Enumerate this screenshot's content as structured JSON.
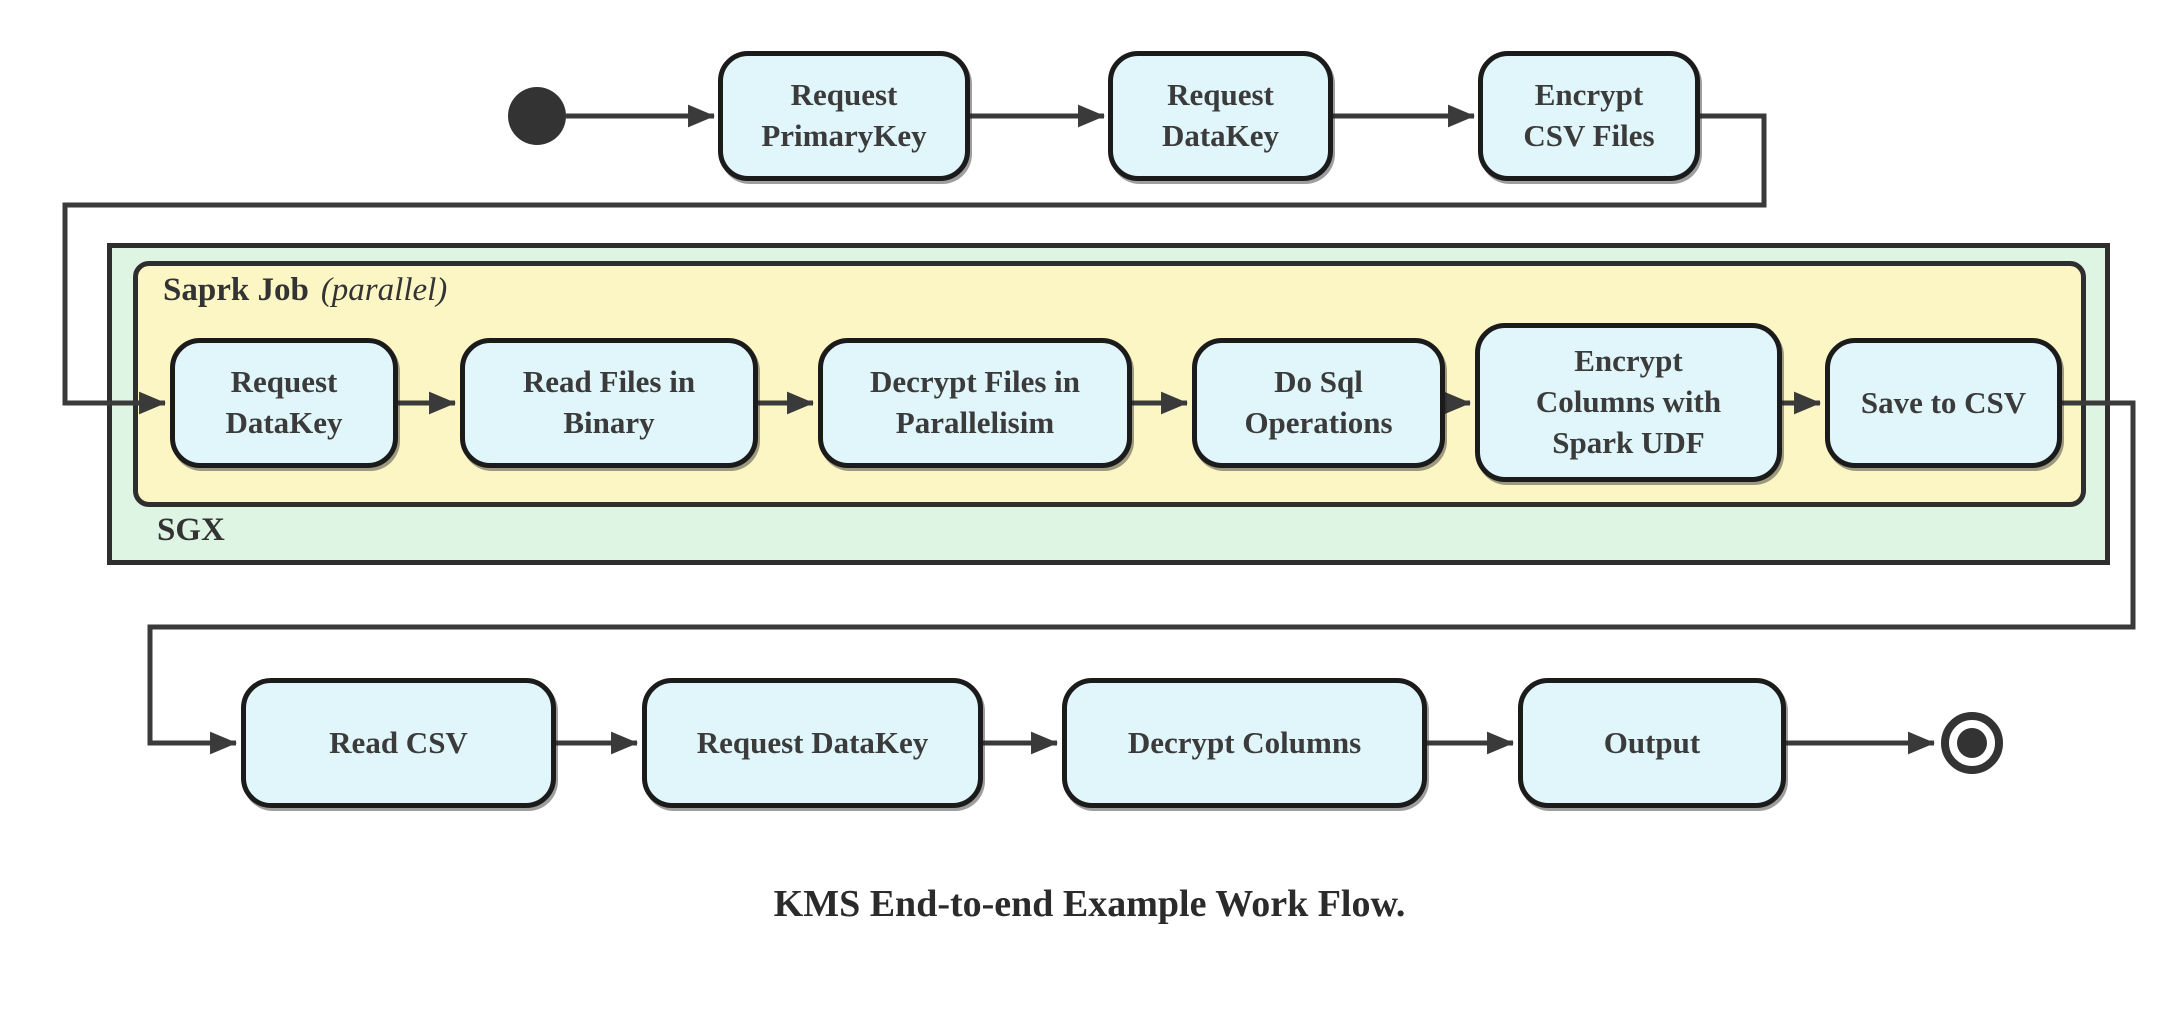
{
  "title": "KMS End-to-end Example Work Flow.",
  "groups": {
    "spark": {
      "name": "Saprk Job",
      "qualifier": "(parallel)"
    },
    "sgx": {
      "name": "SGX"
    }
  },
  "nodes": {
    "request_primarykey": "Request\nPrimaryKey",
    "request_datakey_top": "Request\nDataKey",
    "encrypt_csv_files": "Encrypt\nCSV Files",
    "request_datakey_spark": "Request\nDataKey",
    "read_files_in_binary": "Read Files in\nBinary",
    "decrypt_files_in_parallelisim": "Decrypt Files in\nParallelisim",
    "do_sql_operations": "Do Sql\nOperations",
    "encrypt_columns_with_spark_udf": "Encrypt\nColumns with\nSpark UDF",
    "save_to_csv": "Save to CSV",
    "read_csv": "Read CSV",
    "request_datakey_bottom": "Request DataKey",
    "decrypt_columns": "Decrypt Columns",
    "output": "Output"
  },
  "colors": {
    "node_fill": "#e1f6fa",
    "node_border": "#1b1b1b",
    "spark_group_fill": "#fcf6c4",
    "sgx_group_fill": "#ddf5e2",
    "group_border": "#2e2e2e",
    "edge": "#3a3a3a",
    "text": "#3b3b3b",
    "background": "#ffffff"
  }
}
